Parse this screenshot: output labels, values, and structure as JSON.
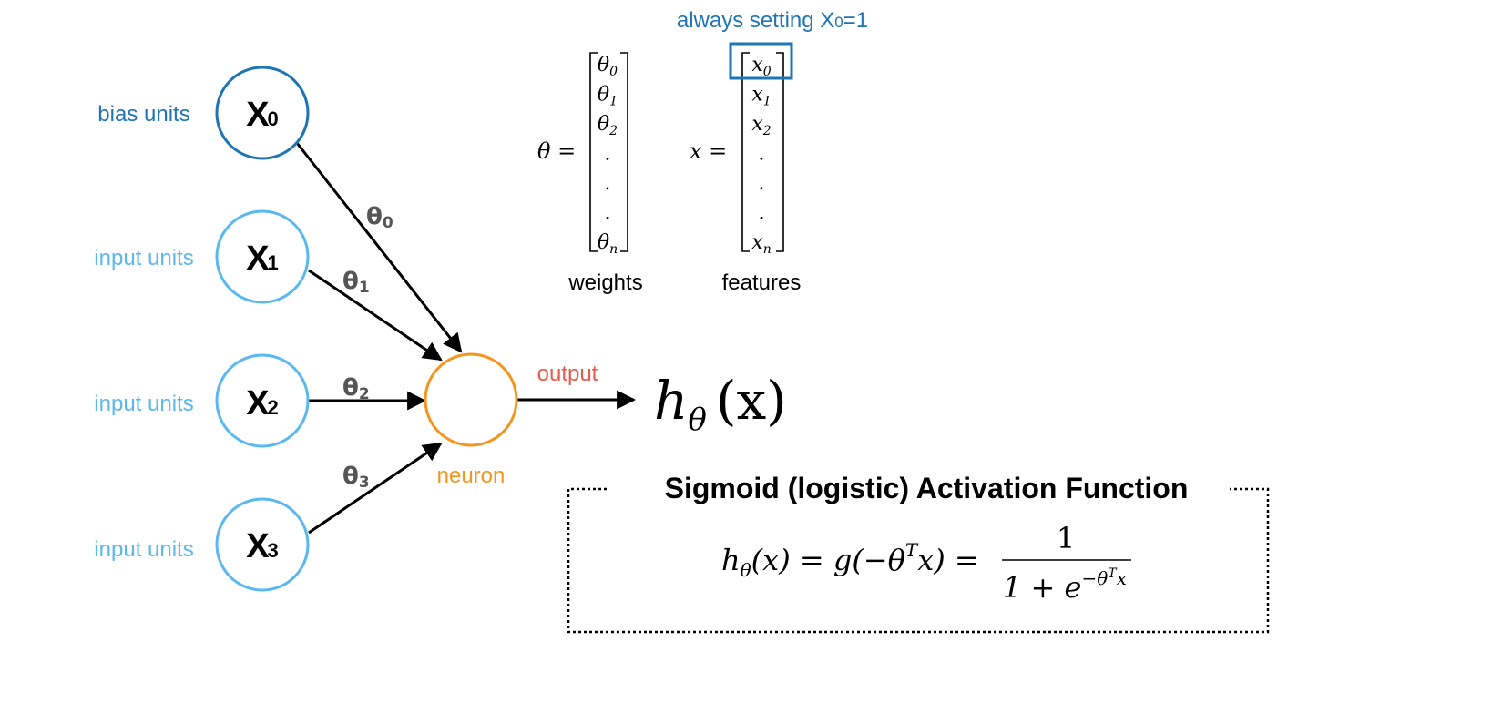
{
  "colors": {
    "bias": "#1f75b4",
    "input": "#5ab8ee",
    "neuron": "#f4961e",
    "output_label": "#e8594b",
    "weight_label": "#555555",
    "ink": "#000000"
  },
  "nodes": {
    "x0": {
      "base": "X",
      "sub": "0"
    },
    "x1": {
      "base": "X",
      "sub": "1"
    },
    "x2": {
      "base": "X",
      "sub": "2"
    },
    "x3": {
      "base": "X",
      "sub": "3"
    }
  },
  "labels": {
    "bias": "bias units",
    "input1": "input units",
    "input2": "input units",
    "input3": "input units",
    "neuron": "neuron",
    "output": "output"
  },
  "weights": {
    "w0": {
      "base": "θ",
      "sub": "0"
    },
    "w1": {
      "base": "θ",
      "sub": "1"
    },
    "w2": {
      "base": "θ",
      "sub": "2"
    },
    "w3": {
      "base": "θ",
      "sub": "3"
    }
  },
  "hypothesis": {
    "h": "h",
    "sub": "θ",
    "arg": "(x)"
  },
  "note": {
    "prefix": "always setting X",
    "sub": "0",
    "suffix": "=1"
  },
  "theta_vector": {
    "lhs": "θ =",
    "entries": [
      {
        "b": "θ",
        "s": "0"
      },
      {
        "b": "θ",
        "s": "1"
      },
      {
        "b": "θ",
        "s": "2"
      },
      {
        "b": ".",
        "s": ""
      },
      {
        "b": ".",
        "s": ""
      },
      {
        "b": ".",
        "s": ""
      },
      {
        "b": "θ",
        "s": "n"
      }
    ],
    "caption": "weights"
  },
  "x_vector": {
    "lhs": "x =",
    "entries": [
      {
        "b": "x",
        "s": "0"
      },
      {
        "b": "x",
        "s": "1"
      },
      {
        "b": "x",
        "s": "2"
      },
      {
        "b": ".",
        "s": ""
      },
      {
        "b": ".",
        "s": ""
      },
      {
        "b": ".",
        "s": ""
      },
      {
        "b": "x",
        "s": "n"
      }
    ],
    "caption": "features"
  },
  "sigmoid": {
    "title": "Sigmoid (logistic) Activation Function",
    "h": "h",
    "h_sub": "θ",
    "mid": "(x) = g(−θ",
    "mid_sup": "T",
    "mid_end": "x) =",
    "numerator": "1",
    "denominator": "1 + e",
    "denominator_sup": "−θ",
    "denominator_sup_sup": "T",
    "denominator_sup_end": "x"
  }
}
